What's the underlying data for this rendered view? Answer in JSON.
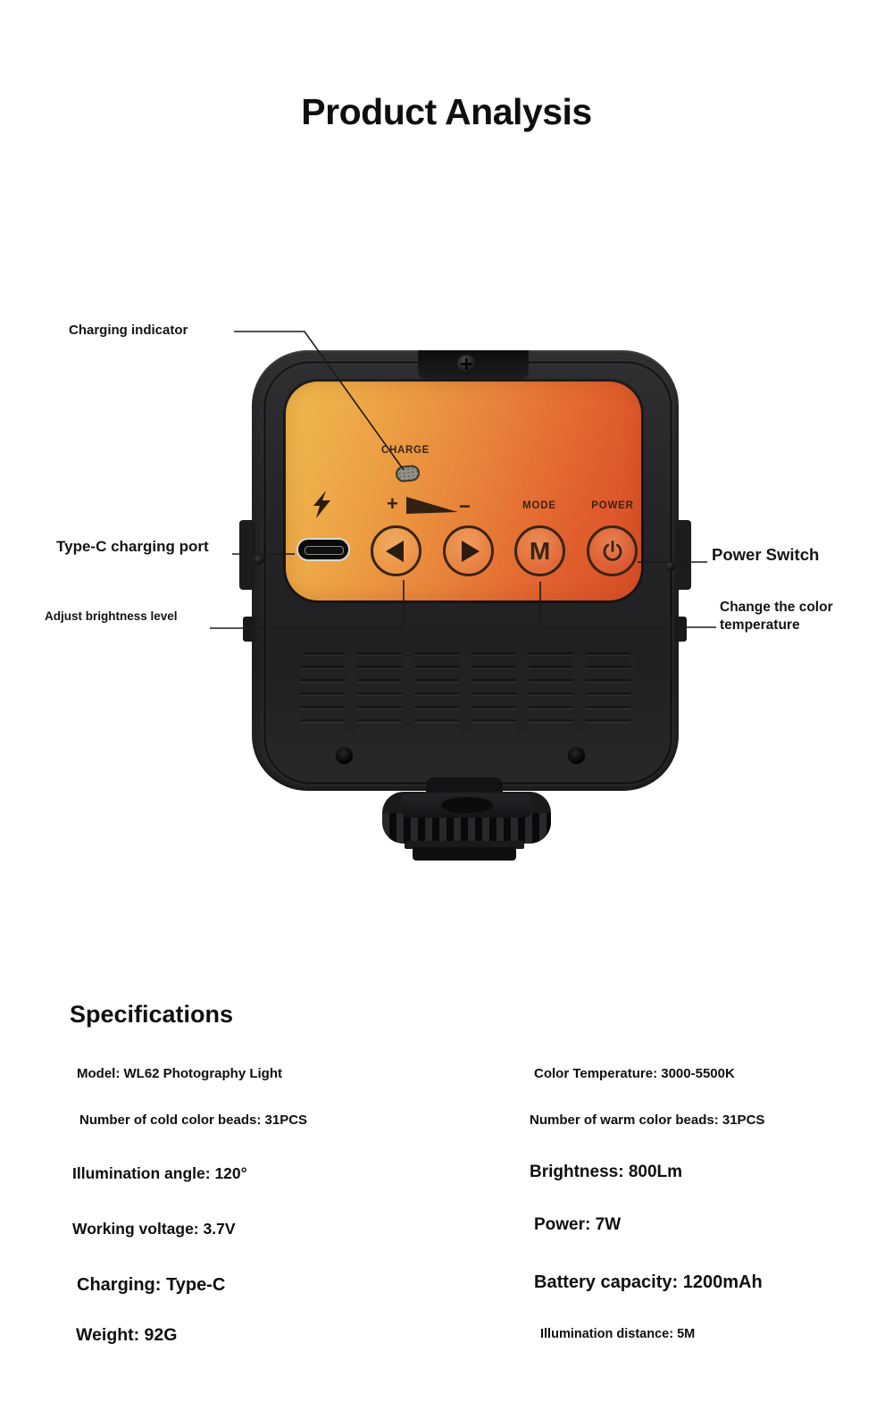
{
  "title": "Product Analysis",
  "device": {
    "charge_label": "CHARGE",
    "plus_symbol": "+",
    "minus_symbol": "−",
    "mode_label": "MODE",
    "power_label": "POWER",
    "mode_button_letter": "M"
  },
  "callouts": {
    "charging_indicator": "Charging indicator",
    "type_c_port": "Type-C charging port",
    "adjust_brightness": "Adjust brightness level",
    "power_switch": "Power Switch",
    "color_temperature": "Change the color temperature"
  },
  "specs": {
    "heading": "Specifications",
    "left": [
      "Model: WL62 Photography Light",
      "Number of cold color beads: 31PCS",
      "Illumination angle: 120°",
      "Working voltage: 3.7V",
      "Charging: Type-C",
      "Weight: 92G"
    ],
    "right": [
      "Color Temperature: 3000-5500K",
      "Number of warm color beads: 31PCS",
      "Brightness: 800Lm",
      "Power: 7W",
      "Battery capacity: 1200mAh",
      "Illumination distance: 5M"
    ]
  },
  "colors": {
    "background": "#ffffff",
    "body_dark": "#232325",
    "panel_gradient_start": "#f0ba4e",
    "panel_gradient_end": "#d84d27",
    "glyph_dark": "#33210f",
    "text": "#0f0f0f"
  }
}
